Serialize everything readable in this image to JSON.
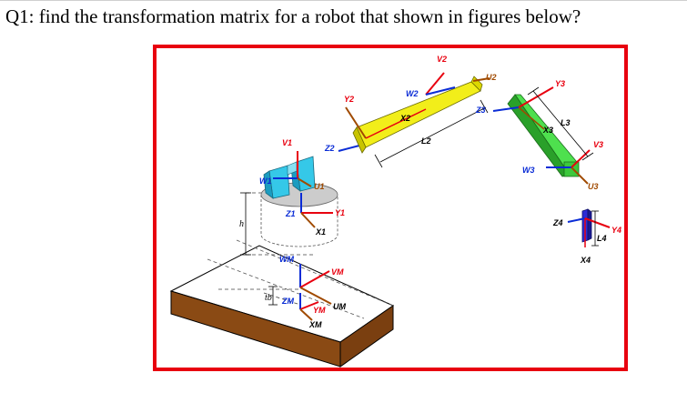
{
  "question": "Q1: find the transformation matrix for a robot that shown in figures below?",
  "colors": {
    "frame": "#e8000f",
    "x_axis": "#e8000f",
    "y_axis": "#a04a00",
    "z_axis": "#0a2cd6",
    "platform_top": "#ffffff",
    "platform_side": "#8a4a14",
    "link1": "#35c8e8",
    "link2": "#f2ee1a",
    "link3": "#4ee04e",
    "link4": "#2c2cd6"
  },
  "labels": {
    "v1": "V1",
    "w1": "W1",
    "u1": "U1",
    "z1": "Z1",
    "y1": "Y1",
    "x1": "X1",
    "z2": "Z2",
    "y2": "Y2",
    "w2": "W2",
    "x2": "X2",
    "v2": "V2",
    "u2": "U2",
    "l2": "L2",
    "z3": "Z3",
    "y3": "Y3",
    "x3": "X3",
    "l3": "L3",
    "v3": "V3",
    "w3": "W3",
    "u3": "U3",
    "z4": "Z4",
    "y4": "Y4",
    "x4": "X4",
    "l4": "L4",
    "h": "h",
    "wm": "WM",
    "vm": "VM",
    "um": "UM",
    "zm": "ZM",
    "ym": "YM",
    "xm": "XM",
    "tb": "tb"
  }
}
